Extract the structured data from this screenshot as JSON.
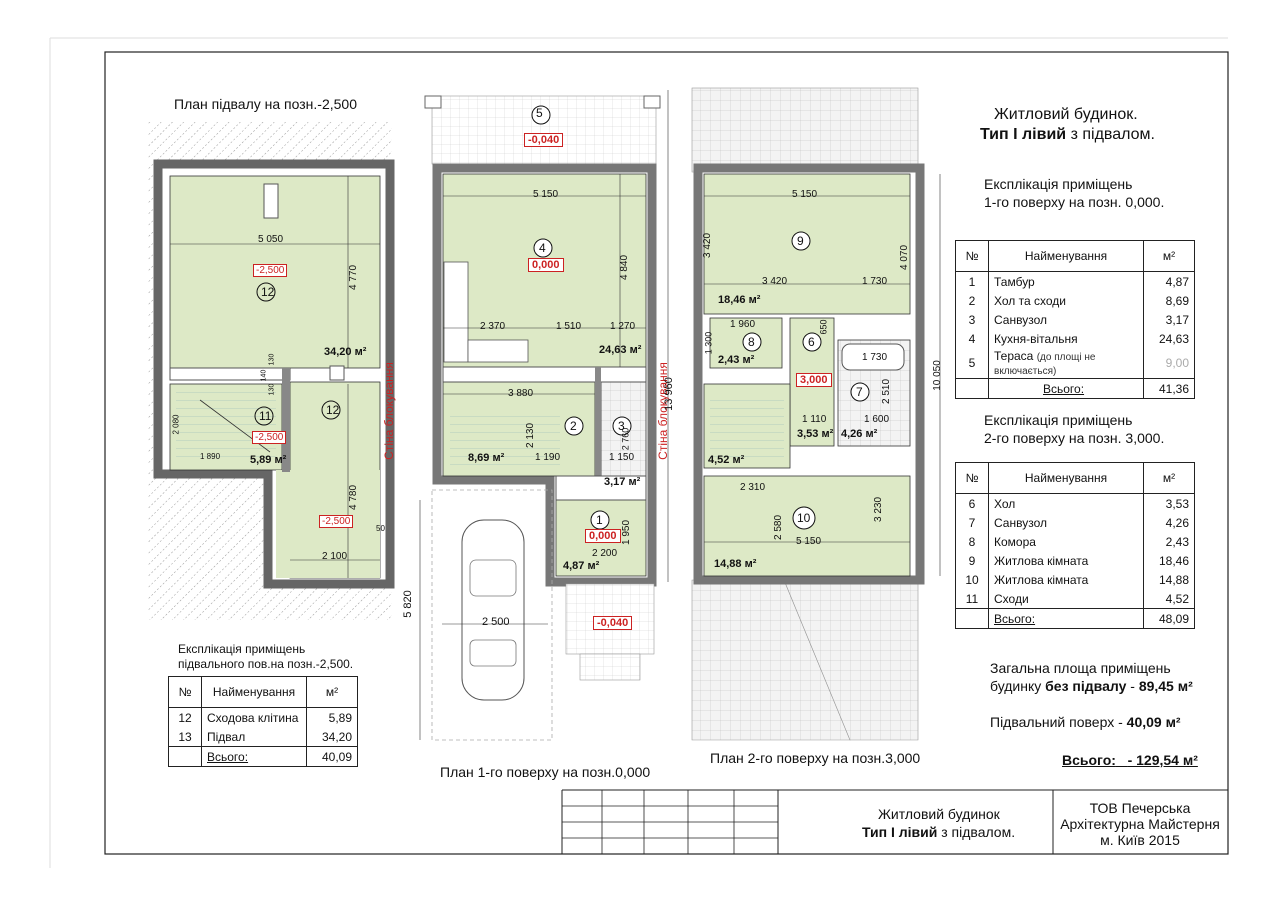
{
  "titles": {
    "basement_plan": "План підвалу на позн.-2,500",
    "floor1_plan": "План 1-го поверху на позн.0,000",
    "floor2_plan": "План 2-го поверху на позн.3,000",
    "house_line1": "Житловий будинок.",
    "house_line2_bold": "Тип І лівий",
    "house_line2_rest": " з підвалом.",
    "expl1_line1": "Експлікація приміщень",
    "expl1_line2": "1-го поверху на позн. 0,000.",
    "expl2_line1": "Експлікація приміщень",
    "expl2_line2": "2-го поверху на позн. 3,000.",
    "expl_b_line1": "Експлікація приміщень",
    "expl_b_line2": "підвального пов.на позн.-2,500."
  },
  "table_headers": {
    "num": "№",
    "name": "Найменування",
    "area": "м²"
  },
  "floor1_table": {
    "rows": [
      {
        "n": "1",
        "name": "Тамбур",
        "area": "4,87"
      },
      {
        "n": "2",
        "name": "Хол та сходи",
        "area": "8,69"
      },
      {
        "n": "3",
        "name": "Санвузол",
        "area": "3,17"
      },
      {
        "n": "4",
        "name": "Кухня-вітальня",
        "area": "24,63"
      },
      {
        "n": "5",
        "name": "Тераса",
        "note": "(до площі не включається)",
        "area": "9,00"
      }
    ],
    "total_label": "Всього:",
    "total": "41,36"
  },
  "floor2_table": {
    "rows": [
      {
        "n": "6",
        "name": "Хол",
        "area": "3,53"
      },
      {
        "n": "7",
        "name": "Санвузол",
        "area": "4,26"
      },
      {
        "n": "8",
        "name": "Комора",
        "area": "2,43"
      },
      {
        "n": "9",
        "name": "Житлова кімната",
        "area": "18,46"
      },
      {
        "n": "10",
        "name": "Житлова кімната",
        "area": "14,88"
      },
      {
        "n": "11",
        "name": "Сходи",
        "area": "4,52"
      }
    ],
    "total_label": "Всього:",
    "total": "48,09"
  },
  "basement_table": {
    "rows": [
      {
        "n": "12",
        "name": "Сходова клітина",
        "area": "5,89"
      },
      {
        "n": "13",
        "name": "Підвал",
        "area": "34,20"
      }
    ],
    "total_label": "Всього:",
    "total": "40,09"
  },
  "summary": {
    "line1": "Загальна площа приміщень",
    "line2_pre": "будинку ",
    "line2_bold": "без підвалу",
    "line2_dash": " -  ",
    "line2_value": "89,45 м²",
    "basement_label": "Підвальний поверх",
    "basement_dash": "  -  ",
    "basement_value": "40,09 м²",
    "total_label": "Всього:",
    "total_value": "- 129,54 м²"
  },
  "title_block": {
    "center_line1": "Житловий будинок",
    "center_line2_bold": "Тип І лівий",
    "center_line2_rest": "  з підвалом.",
    "right_line1": "ТОВ Печерська",
    "right_line2": "Архітектурна Майстерня",
    "right_line3": "м. Київ 2015"
  },
  "plan_labels": {
    "wall_label": "Стіна блокування",
    "basement": {
      "dim_5050": "5 050",
      "dim_4770": "4 770",
      "dim_4780": "4 780",
      "dim_2100": "2 100",
      "dim_1890": "1 890",
      "dim_2080": "2 080",
      "dim_130a": "130",
      "dim_130b": "130",
      "dim_140": "140",
      "dim_50": "50",
      "room12_num": "12",
      "room12b_num": "12",
      "room11_num": "11",
      "level_a": "-2,500",
      "level_b": "-2,500",
      "level_c": "-2,500",
      "area_34": "34,20 м²",
      "area_589": "5,89 м²"
    },
    "floor1": {
      "terrace_num": "5",
      "terrace_level": "-0,040",
      "dim_5150": "5 150",
      "dim_4840": "4 840",
      "dim_2370": "2 370",
      "dim_1510": "1 510",
      "dim_1270": "1 270",
      "dim_3880": "3 880",
      "dim_2130": "2 130",
      "dim_1190": "1 190",
      "dim_1150": "1 150",
      "dim_2760": "2 760",
      "dim_2200": "2 200",
      "dim_1950": "1 950",
      "dim_13960": "13 960",
      "dim_5820": "5 820",
      "dim_2500": "2 500",
      "room4_num": "4",
      "room4_level": "0,000",
      "area_2463": "24,63 м²",
      "room2_num": "2",
      "area_869": "8,69 м²",
      "room3_num": "3",
      "area_317": "3,17 м²",
      "room1_num": "1",
      "room1_level": "0,000",
      "area_487": "4,87 м²",
      "porch_level": "-0,040"
    },
    "floor2": {
      "dim_5150": "5 150",
      "dim_3420v": "3 420",
      "dim_4070": "4 070",
      "dim_3420": "3 420",
      "dim_1730": "1 730",
      "dim_1960": "1 960",
      "dim_1300": "1 300",
      "dim_650": "650",
      "dim_1730b": "1 730",
      "dim_2510": "2 510",
      "dim_1110": "1 110",
      "dim_1600": "1 600",
      "dim_2310": "2 310",
      "dim_2580": "2 580",
      "dim_3230": "3 230",
      "dim_5150b": "5 150",
      "dim_10050": "10 050",
      "room9_num": "9",
      "area_1846": "18,46 м²",
      "room8_num": "8",
      "area_243": "2,43 м²",
      "room6_num": "6",
      "level_3000": "3,000",
      "room7_num": "7",
      "area_353": "3,53 м²",
      "area_426": "4,26 м²",
      "area_452": "4,52 м²",
      "room10_num": "10",
      "area_1488": "14,88 м²"
    }
  }
}
